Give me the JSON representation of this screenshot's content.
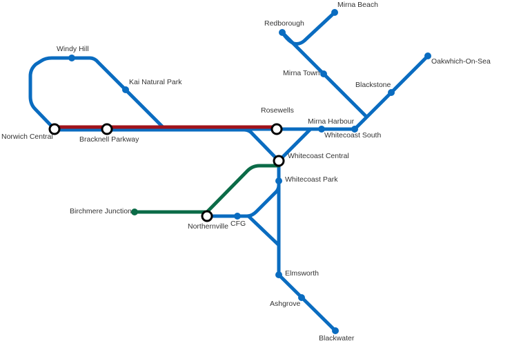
{
  "colors": {
    "blue_line": "#0a6cc0",
    "red_line": "#a0131b",
    "green_line": "#0b6b47",
    "interchange_stroke": "#000000",
    "interchange_fill": "#ffffff"
  },
  "stations": [
    {
      "name": "Norwich Central",
      "type": "interchange"
    },
    {
      "name": "Bracknell Parkway",
      "type": "interchange"
    },
    {
      "name": "Rosewells",
      "type": "interchange"
    },
    {
      "name": "Whitecoast Central",
      "type": "interchange"
    },
    {
      "name": "Northernville",
      "type": "interchange"
    },
    {
      "name": "Windy Hill",
      "type": "stop"
    },
    {
      "name": "Kai Natural Park",
      "type": "stop"
    },
    {
      "name": "Mirna Harbour",
      "type": "stop"
    },
    {
      "name": "Whitecoast South",
      "type": "stop"
    },
    {
      "name": "Whitecoast Park",
      "type": "stop"
    },
    {
      "name": "CFG",
      "type": "stop"
    },
    {
      "name": "Birchmere Junction",
      "type": "stop"
    },
    {
      "name": "Elmsworth",
      "type": "stop"
    },
    {
      "name": "Ashgrove",
      "type": "stop"
    },
    {
      "name": "Blackwater",
      "type": "stop"
    },
    {
      "name": "Redborough",
      "type": "stop"
    },
    {
      "name": "Mirna Beach",
      "type": "stop"
    },
    {
      "name": "Mirna Town",
      "type": "stop"
    },
    {
      "name": "Blackstone",
      "type": "stop"
    },
    {
      "name": "Oakwhich-On-Sea",
      "type": "stop"
    }
  ]
}
